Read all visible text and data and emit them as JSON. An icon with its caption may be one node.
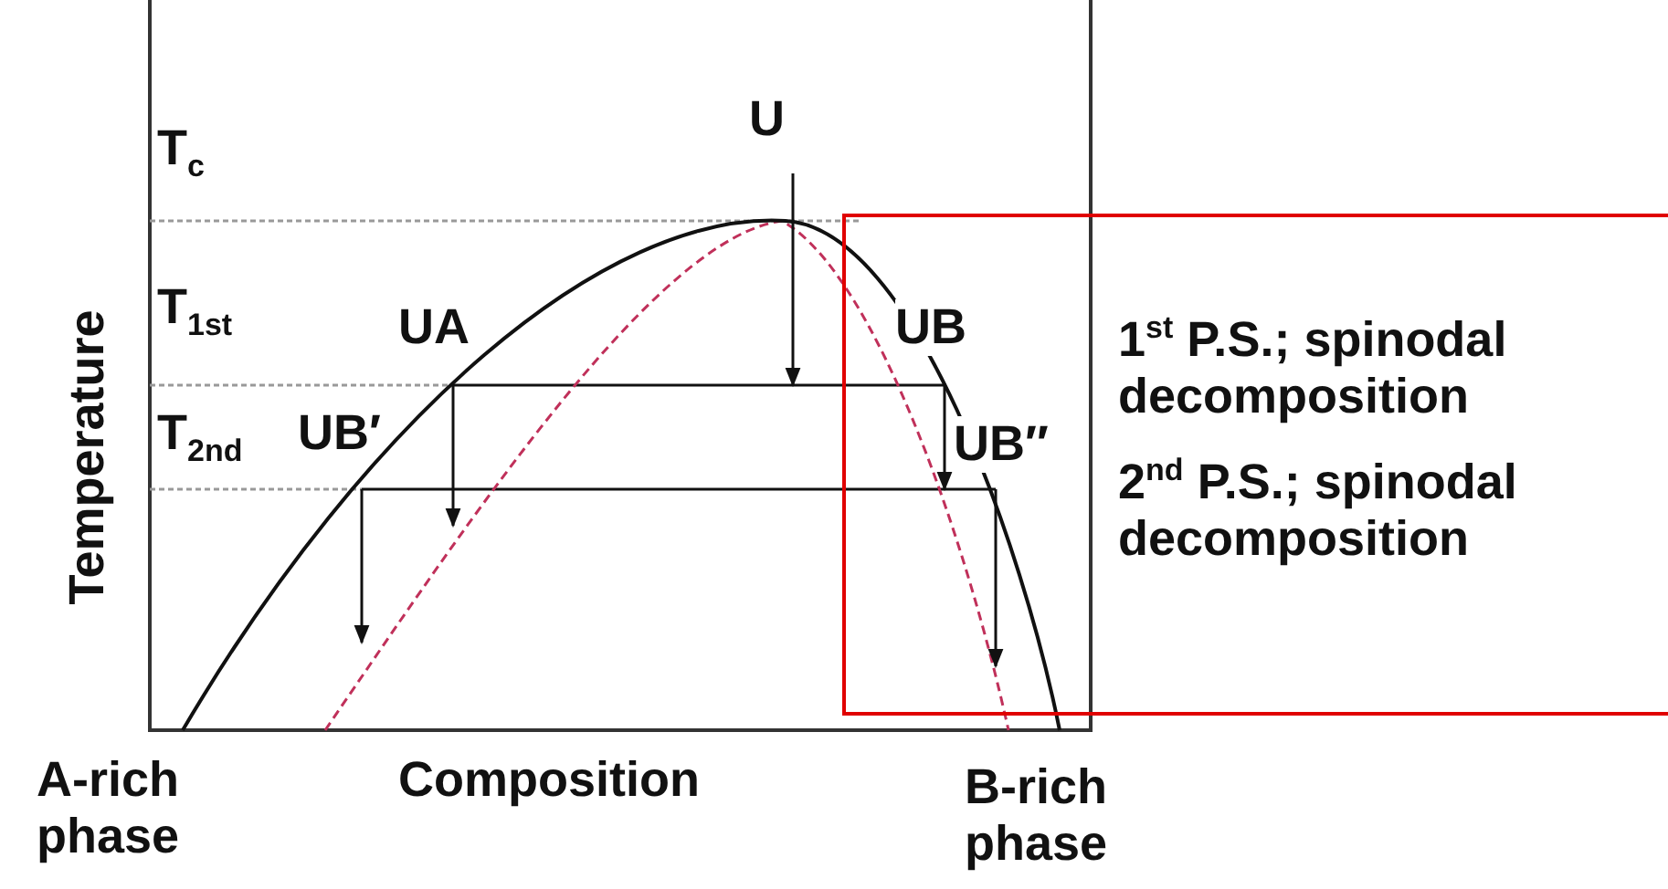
{
  "diagram": {
    "labels": [
      "U",
      "T$_{c}$",
      "T$_{1st}$",
      "UA",
      "UB",
      "1$^{st}$ P.S.; spinodal decomposition",
      "T$_{2nd}$",
      "UB′",
      "UB″",
      "2$^{nd}$ P.S.; spinodal decomposition",
      "Temperature",
      "A-rich phase",
      "Composition",
      "B-rich phase"
    ]
  }
}
